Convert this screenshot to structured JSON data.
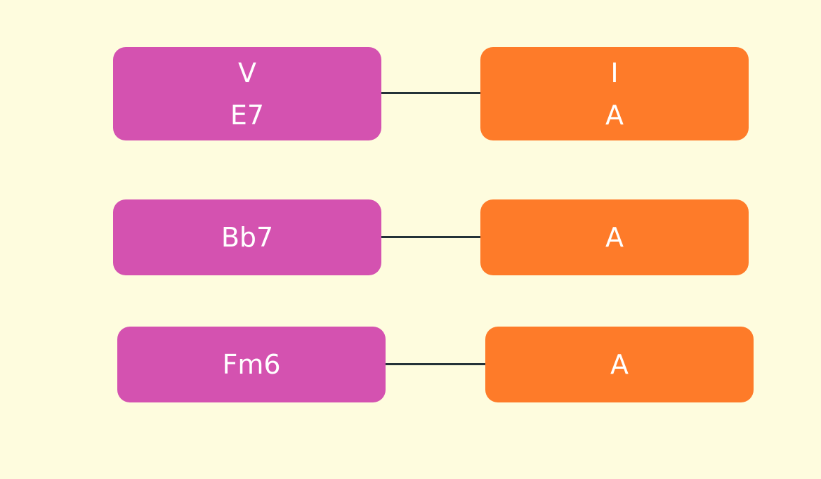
{
  "colors": {
    "background": "#fefcde",
    "left_box": "#d452b0",
    "right_box": "#fe7b29",
    "connector": "#243238",
    "text": "#ffffff"
  },
  "rows": [
    {
      "left": {
        "line1": "V",
        "line2": "E7"
      },
      "right": {
        "line1": "I",
        "line2": "A"
      }
    },
    {
      "left": {
        "line1": "Bb7"
      },
      "right": {
        "line1": "A"
      }
    },
    {
      "left": {
        "line1": "Fm6"
      },
      "right": {
        "line1": "A"
      }
    }
  ]
}
